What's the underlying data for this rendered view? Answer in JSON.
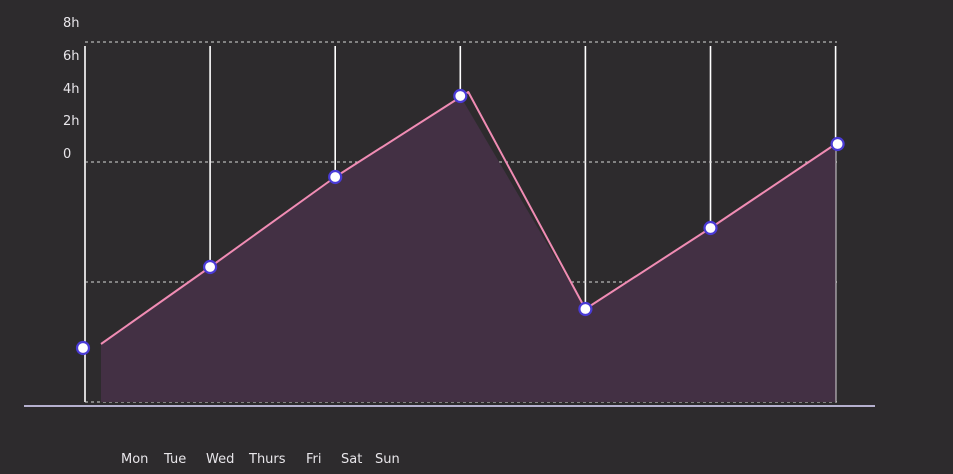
{
  "chart_data": {
    "type": "area",
    "title": "",
    "xlabel": "",
    "ylabel": "",
    "x_tick_labels": [
      "Mon",
      "Tue",
      "Wed",
      "Thurs",
      "Fri",
      "Sat",
      "Sun"
    ],
    "y_tick_labels": [
      "8h",
      "6h",
      "4h",
      "2h",
      "0"
    ],
    "grid": true,
    "series": [
      {
        "values": [
          1.8,
          4.5,
          7.5,
          10.2,
          3.1,
          5.8,
          8.6
        ]
      }
    ],
    "ylim": [
      0,
      12
    ],
    "colors": {
      "background": "#2d2b2d",
      "line": "#f08cb4",
      "area": "#433044",
      "marker_fill": "#ffffff",
      "marker_stroke": "#4a3bd6",
      "grid_vertical": "#ffffff",
      "grid_dashed": "#d8d8d8",
      "baseline": "#c9c4e6",
      "text": "#e8e6ea"
    }
  }
}
